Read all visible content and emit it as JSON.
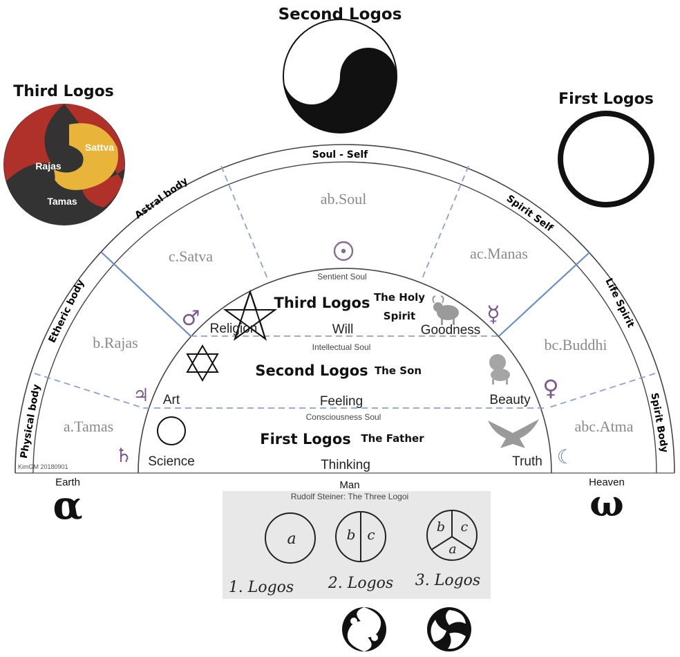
{
  "logos_headers": {
    "second": "Second Logos",
    "third": "Third Logos",
    "first": "First Logos"
  },
  "third_logos_gunas": {
    "sattva": "Sattva",
    "rajas": "Rajas",
    "tamas": "Tamas",
    "colors": {
      "rajas": "#b0302a",
      "sattva": "#e8b43a",
      "tamas": "#333333"
    }
  },
  "yin_yang": {
    "alpha": "α",
    "omega": "ω"
  },
  "outer_ring": {
    "top": "Soul - Self",
    "astral": "Astral body",
    "etheric": "Etheric body",
    "physical": "Physical body",
    "spirit_self": "Spirit Self",
    "life_spirit": "Life Spirit",
    "spirit_body": "Spirit Body"
  },
  "sectors": {
    "soul": "ab.Soul",
    "satva": "c.Satva",
    "rajas": "b.Rajas",
    "tamas": "a.Tamas",
    "manas": "ac.Manas",
    "buddhi": "bc.Buddhi",
    "atma": "abc.Atma"
  },
  "inner": {
    "sentient_soul": "Sentient Soul",
    "third_logos": "Third Logos",
    "the_holy": "The Holy",
    "spirit": "Spirit",
    "religion": "Religion",
    "will": "Will",
    "goodness": "Goodness",
    "intellectual_soul": "Intellectual Soul",
    "second_logos": "Second Logos",
    "the_son": "The Son",
    "art": "Art",
    "feeling": "Feeling",
    "beauty": "Beauty",
    "consciousness_soul": "Consciousness Soul",
    "first_logos": "First Logos",
    "the_father": "The Father",
    "science": "Science",
    "thinking": "Thinking",
    "truth": "Truth"
  },
  "symbols": {
    "sun": "☉",
    "mars": "♂",
    "mercury": "☿",
    "jupiter": "♃",
    "venus": "♀",
    "saturn": "♄",
    "moon": "☾"
  },
  "footer": {
    "credit": "KimGM 20180901",
    "earth": "Earth",
    "alpha": "α",
    "man": "Man",
    "heaven": "Heaven",
    "omega": "ω",
    "steiner_caption": "Rudolf Steiner: The Three Logoi",
    "sketch_1": "1. Logos",
    "sketch_2": "2. Logos",
    "sketch_3": "3. Logos",
    "sketch_a": "a",
    "sketch_b": "b",
    "sketch_c": "c"
  },
  "colors": {
    "divider_solid": "#6b8cc7",
    "divider_dashed": "#8aa2cf",
    "planet_purple": "#7a5a8a"
  }
}
